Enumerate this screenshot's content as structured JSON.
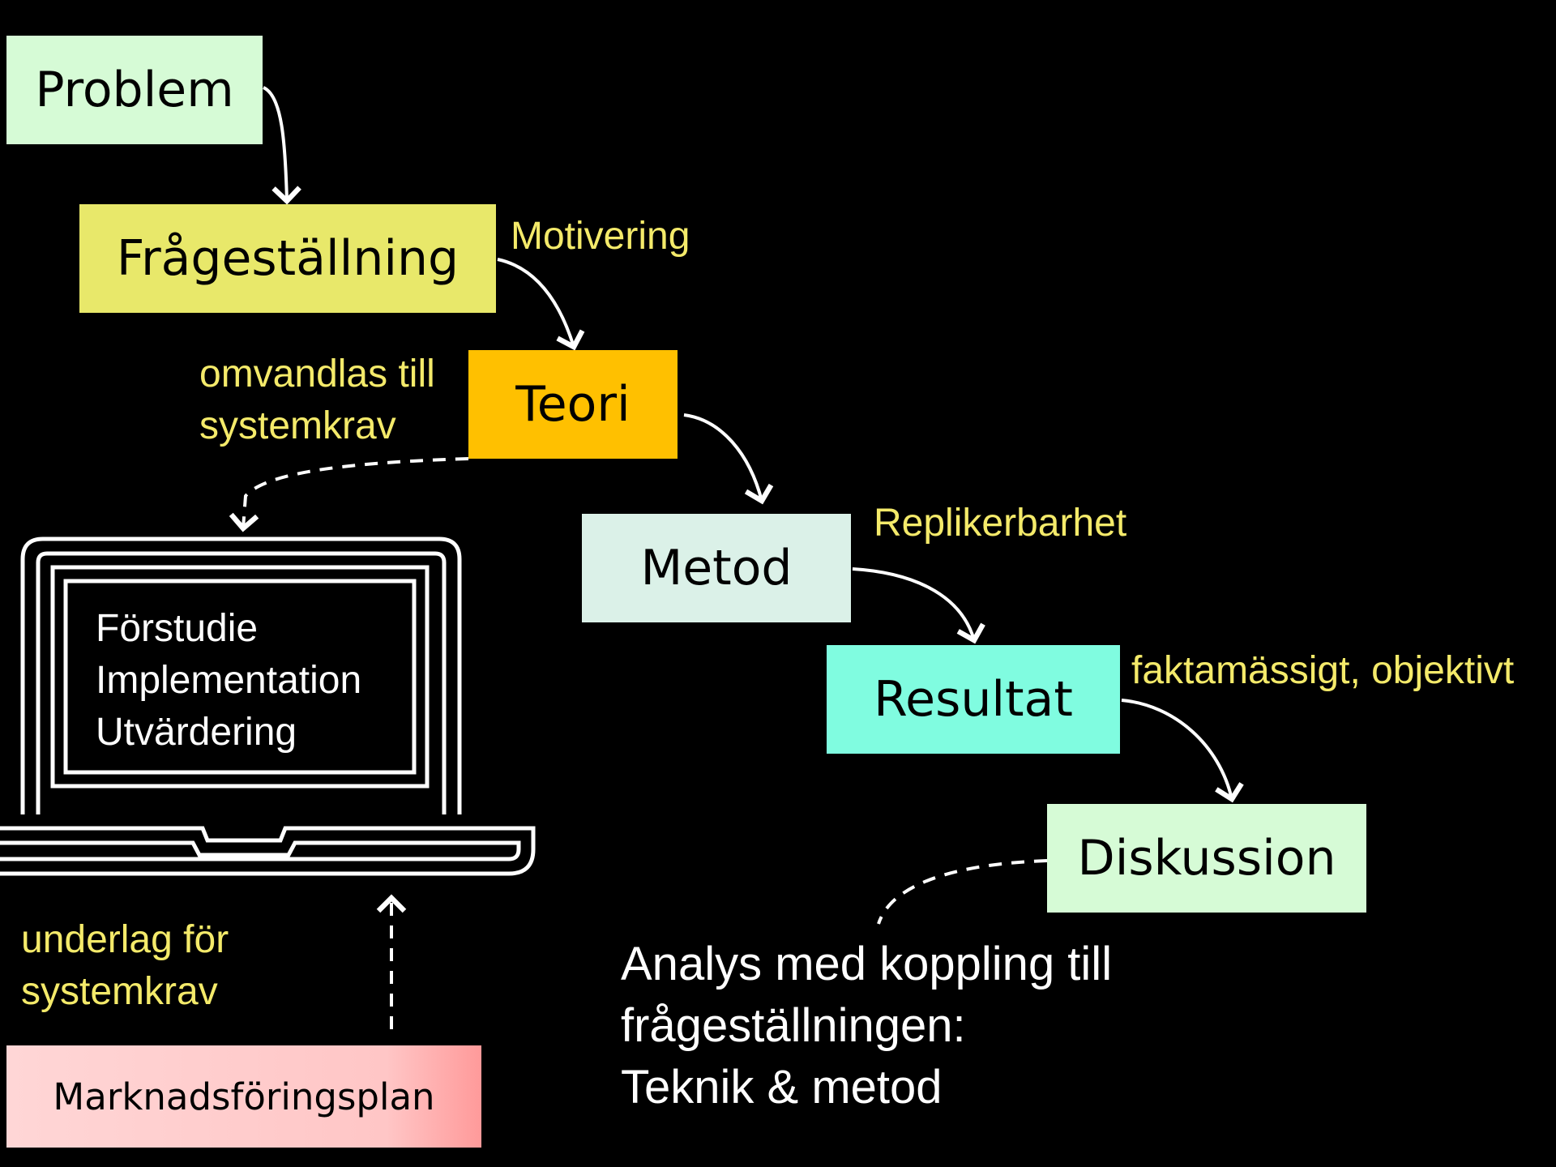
{
  "diagram": {
    "steps": [
      {
        "id": "problem",
        "label": "Problem",
        "color": "#d6fbd6"
      },
      {
        "id": "fragestallning",
        "label": "Frågeställning",
        "color": "#e8e86a"
      },
      {
        "id": "teori",
        "label": "Teori",
        "color": "#ffc000"
      },
      {
        "id": "metod",
        "label": "Metod",
        "color": "#dbf1e8"
      },
      {
        "id": "resultat",
        "label": "Resultat",
        "color": "#80fce0"
      },
      {
        "id": "diskussion",
        "label": "Diskussion",
        "color": "#d6fbd6"
      }
    ],
    "annotations": {
      "motivering": "Motivering",
      "omvandlas_line1": "omvandlas till",
      "omvandlas_line2": "systemkrav",
      "replikerbarhet": "Replikerbarhet",
      "faktamassigt": "faktamässigt, objektivt",
      "underlag_line1": "underlag för",
      "underlag_line2": "systemkrav"
    },
    "laptop_screen": {
      "line1": "Förstudie",
      "line2": "Implementation",
      "line3": "Utvärdering"
    },
    "marketing_plan": {
      "label": "Marknadsföringsplan",
      "color": "#ffc8c8"
    },
    "analysis": {
      "line1": "Analys med koppling till",
      "line2": "frågeställningen:",
      "line3": "Teknik & metod"
    },
    "annotation_color": "#f4ea6a"
  }
}
